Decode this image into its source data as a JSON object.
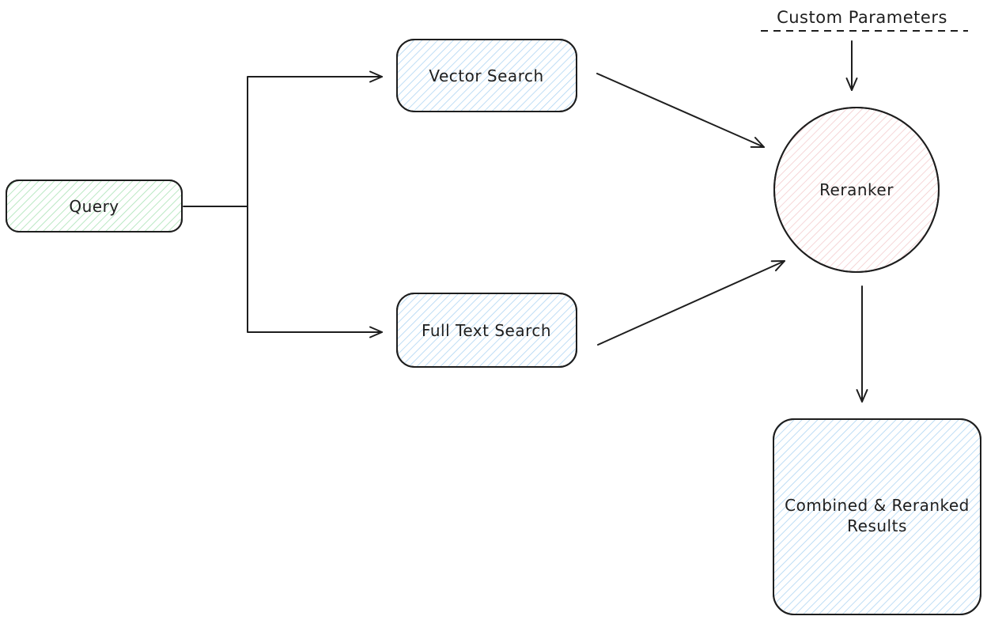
{
  "diagram": {
    "type": "flowchart",
    "style": "hand-drawn-hachure",
    "nodes": {
      "query": {
        "label": "Query",
        "shape": "rounded-rectangle",
        "fill": "green-hachure"
      },
      "vector_search": {
        "label": "Vector Search",
        "shape": "rounded-rectangle",
        "fill": "blue-hachure"
      },
      "full_text_search": {
        "label": "Full Text Search",
        "shape": "rounded-rectangle",
        "fill": "blue-hachure"
      },
      "custom_parameters": {
        "label": "Custom Parameters",
        "shape": "label-with-dashed-underline"
      },
      "reranker": {
        "label": "Reranker",
        "shape": "circle",
        "fill": "red-hachure"
      },
      "combined_results": {
        "label_line1": "Combined & Reranked",
        "label_line2": "Results",
        "shape": "rounded-rectangle",
        "fill": "blue-hachure"
      }
    },
    "edges": [
      {
        "from": "query",
        "to": "vector_search",
        "style": "elbow-arrow"
      },
      {
        "from": "query",
        "to": "full_text_search",
        "style": "elbow-arrow"
      },
      {
        "from": "vector_search",
        "to": "reranker",
        "style": "straight-arrow"
      },
      {
        "from": "full_text_search",
        "to": "reranker",
        "style": "straight-arrow"
      },
      {
        "from": "custom_parameters",
        "to": "reranker",
        "style": "straight-arrow"
      },
      {
        "from": "reranker",
        "to": "combined_results",
        "style": "straight-arrow"
      }
    ],
    "colors": {
      "stroke": "#1e1e1e",
      "green_hachure": "#a9e3b5",
      "blue_hachure": "#aed5f3",
      "red_hachure": "#f3c9cb",
      "background": "#ffffff"
    }
  }
}
